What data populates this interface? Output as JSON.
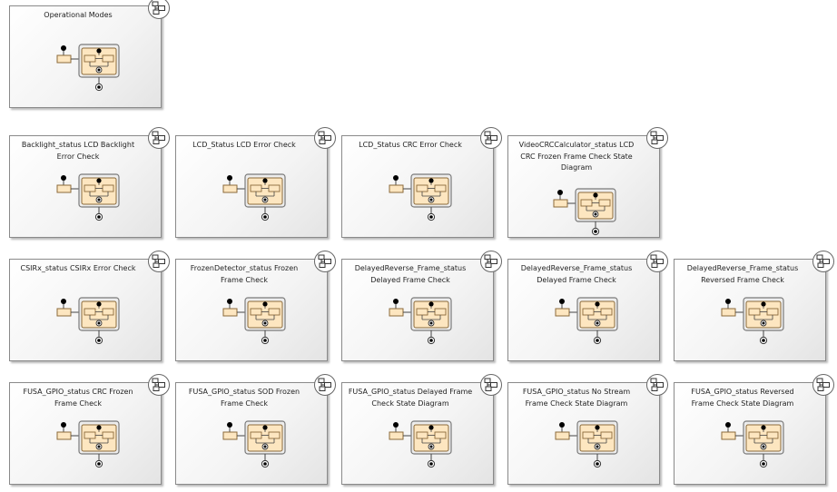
{
  "diagrams": [
    {
      "title": "Operational Modes"
    },
    {
      "title": "Backlight_status LCD Backlight Error Check"
    },
    {
      "title": "LCD_Status LCD Error Check"
    },
    {
      "title": "LCD_Status CRC Error Check"
    },
    {
      "title": "VideoCRCCalculator_status LCD CRC Frozen Frame Check State Diagram"
    },
    {
      "title": "CSIRx_status CSIRx Error Check"
    },
    {
      "title": "FrozenDetector_status Frozen Frame Check"
    },
    {
      "title": "DelayedReverse_Frame_status Delayed Frame Check"
    },
    {
      "title": "DelayedReverse_Frame_status Delayed Frame Check"
    },
    {
      "title": "DelayedReverse_Frame_status Reversed Frame Check"
    },
    {
      "title": "FUSA_GPIO_status CRC Frozen Frame Check"
    },
    {
      "title": "FUSA_GPIO_status SOD Frozen Frame Check"
    },
    {
      "title": "FUSA_GPIO_status Delayed Frame Check State Diagram"
    },
    {
      "title": "FUSA_GPIO_status No Stream Frame Check State Diagram"
    },
    {
      "title": "FUSA_GPIO_status Reversed Frame Check State Diagram"
    }
  ],
  "colors": {
    "state_fill": "#fde6c0",
    "state_border": "#8b6a3a",
    "outer_state_border": "#7a7a7a"
  },
  "icons": {
    "badge": "composite-diagram-icon",
    "thumbnail": "state-machine-thumbnail-icon"
  }
}
